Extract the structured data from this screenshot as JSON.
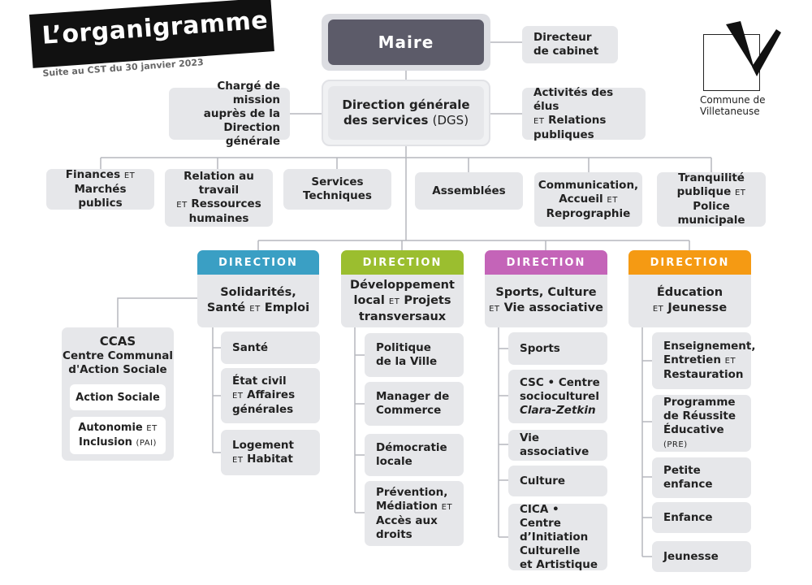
{
  "header": {
    "title": "L’organigramme",
    "subtitle": "Suite au CST du 30 janvier 2023"
  },
  "logo": {
    "icon": "v-check-logo-icon",
    "line1": "Commune de",
    "line2": "Villetaneuse"
  },
  "top": {
    "mayor": "Maire",
    "chief_of_staff": [
      "Directeur",
      "de cabinet"
    ],
    "mission": [
      "Chargé de mission",
      "auprès de la",
      "Direction générale"
    ],
    "dgs_line1": "Direction générale",
    "dgs_line2": "des services",
    "dgs_abbr": "(DGS)",
    "elected": {
      "l1": "Activités des élus",
      "et": "ET",
      "l2": "Relations",
      "l3": "publiques"
    }
  },
  "et": "ET",
  "services": {
    "finances": {
      "a": "Finances",
      "b": "Marchés publics"
    },
    "rh": {
      "a": "Relation au travail",
      "b": "Ressources",
      "c": "humaines"
    },
    "technique": {
      "a": "Services",
      "b": "Techniques"
    },
    "assemblees": "Assemblées",
    "communication": {
      "a": "Communication,",
      "b": "Accueil",
      "c": "Reprographie"
    },
    "tranquillite": {
      "a": "Tranquilité",
      "b": "publique",
      "c": "Police municipale"
    }
  },
  "direction_label": "DIRECTION",
  "colors": {
    "solidarites": "#3a9fc4",
    "developpement": "#9bbe2f",
    "sports": "#c464b8",
    "education": "#f59a13",
    "mayor": "#5c5b69",
    "box": "#e6e7ea",
    "line": "#b5b7bd"
  },
  "directions": {
    "solidarites": {
      "l1": "Solidarités,",
      "l2a": "Santé",
      "l2b": "Emploi",
      "items": {
        "sante": "Santé",
        "etat_civil": {
          "a": "État civil",
          "b": "Affaires",
          "c": "générales"
        },
        "logement": {
          "a": "Logement",
          "b": "Habitat"
        }
      }
    },
    "developpement": {
      "l1": "Développement",
      "l2a": "local",
      "l2b": "Projets",
      "l3": "transversaux",
      "items": {
        "politique": [
          "Politique",
          "de la Ville"
        ],
        "manager": [
          "Manager de",
          "Commerce"
        ],
        "democratie": [
          "Démocratie",
          "locale"
        ],
        "prevention": {
          "a": "Prévention,",
          "b": "Médiation",
          "c": "Accès aux",
          "d": "droits"
        }
      }
    },
    "sports": {
      "l1": "Sports, Culture",
      "l2": "Vie associative",
      "items": {
        "sports": "Sports",
        "csc": {
          "a": "CSC • Centre",
          "b": "socioculturel",
          "c": "Clara-Zetkin"
        },
        "vie": "Vie associative",
        "culture": "Culture",
        "cica": [
          "CICA • Centre",
          "d’Initiation",
          "Culturelle",
          "et Artistique"
        ]
      }
    },
    "education": {
      "l1": "Éducation",
      "l2": "Jeunesse",
      "items": {
        "enseignement": {
          "a": "Enseignement,",
          "b": "Entretien",
          "c": "Restauration"
        },
        "pre": {
          "a": "Programme",
          "b": "de Réussite",
          "c": "Éducative",
          "d": "(PRE)"
        },
        "petite": [
          "Petite",
          "enfance"
        ],
        "enfance": "Enfance",
        "jeunesse": "Jeunesse"
      }
    }
  },
  "ccas": {
    "title": "CCAS",
    "sub1": "Centre Communal",
    "sub2": "d'Action Sociale",
    "action": "Action Sociale",
    "autonomie": "Autonomie",
    "inclusion": "Inclusion",
    "pai": "(PAI)"
  }
}
